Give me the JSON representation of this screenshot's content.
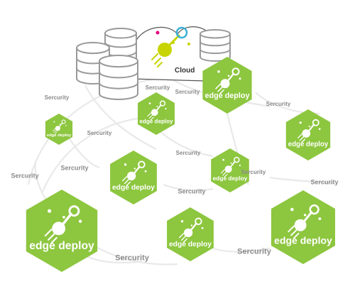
{
  "cloud": {
    "label": "Cloud",
    "icon": "edge-logo-icon"
  },
  "node_label": "edge deploy",
  "link_label": "Sercurity",
  "colors": {
    "node": "#8dc63f",
    "link": "#e9e9e9",
    "label": "#8a8a8a",
    "database": "#9a9a9a"
  },
  "nodes": [
    {
      "id": "n1"
    },
    {
      "id": "n2"
    },
    {
      "id": "n3"
    },
    {
      "id": "n4"
    },
    {
      "id": "n5"
    },
    {
      "id": "n6"
    },
    {
      "id": "n7"
    },
    {
      "id": "n8"
    },
    {
      "id": "n9"
    }
  ],
  "links": [
    {
      "id": "l1"
    },
    {
      "id": "l2"
    },
    {
      "id": "l3"
    },
    {
      "id": "l4"
    },
    {
      "id": "l5"
    },
    {
      "id": "l6"
    },
    {
      "id": "l7"
    },
    {
      "id": "l8"
    },
    {
      "id": "l9"
    },
    {
      "id": "l10"
    },
    {
      "id": "l11"
    },
    {
      "id": "l12"
    },
    {
      "id": "l13"
    }
  ]
}
